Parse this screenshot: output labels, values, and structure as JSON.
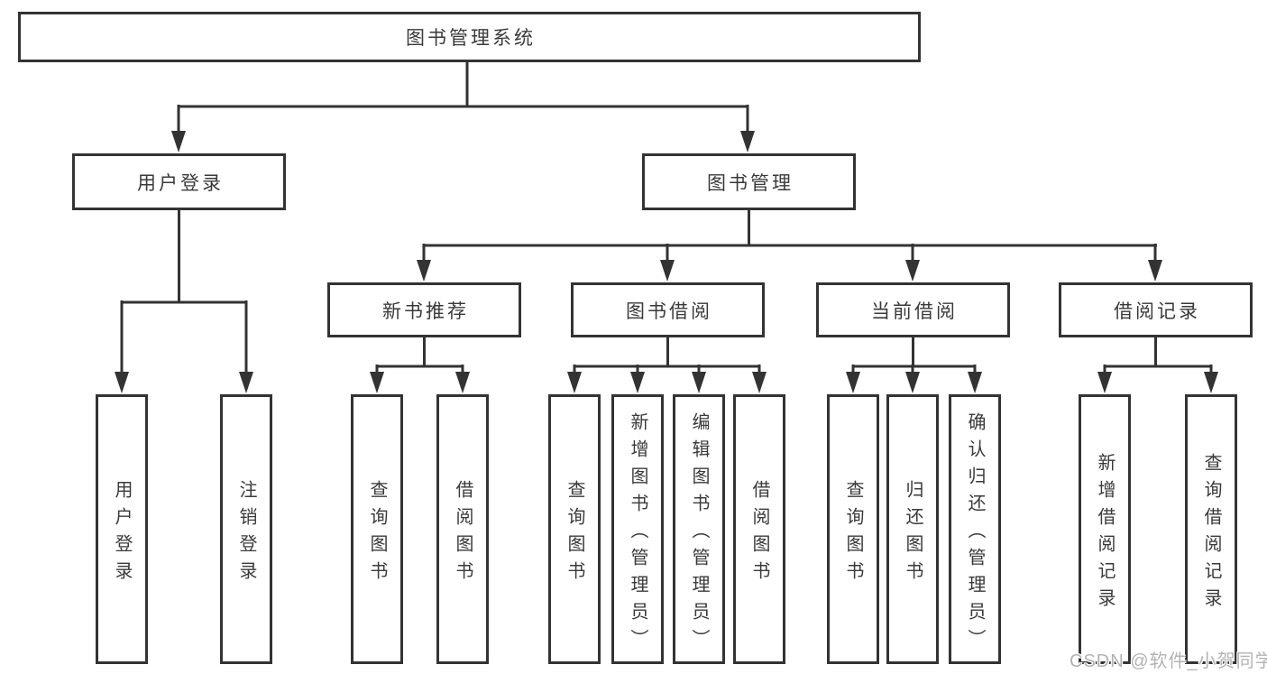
{
  "diagram_title": "图书管理系统",
  "colors": {
    "line": "#333333",
    "box_border": "#333333",
    "text": "#3a3a3a",
    "background": "#ffffff",
    "watermark": "#b3b3b3"
  },
  "nodes": {
    "root": {
      "label": "图书管理系统"
    },
    "level2": [
      {
        "label": "用户登录"
      },
      {
        "label": "图书管理"
      }
    ],
    "level3": [
      {
        "label": "新书推荐",
        "parent": "图书管理"
      },
      {
        "label": "图书借阅",
        "parent": "图书管理"
      },
      {
        "label": "当前借阅",
        "parent": "图书管理"
      },
      {
        "label": "借阅记录",
        "parent": "图书管理"
      }
    ],
    "leaves": [
      {
        "label": "用户登录",
        "parent": "用户登录"
      },
      {
        "label": "注销登录",
        "parent": "用户登录"
      },
      {
        "label": "查询图书",
        "parent": "新书推荐"
      },
      {
        "label": "借阅图书",
        "parent": "新书推荐"
      },
      {
        "label": "查询图书",
        "parent": "图书借阅"
      },
      {
        "label": "新增图书（管理员）",
        "parent": "图书借阅"
      },
      {
        "label": "编辑图书（管理员）",
        "parent": "图书借阅"
      },
      {
        "label": "借阅图书",
        "parent": "图书借阅"
      },
      {
        "label": "查询图书",
        "parent": "当前借阅"
      },
      {
        "label": "归还图书",
        "parent": "当前借阅"
      },
      {
        "label": "确认归还（管理员）",
        "parent": "当前借阅"
      },
      {
        "label": "新增借阅记录",
        "parent": "借阅记录"
      },
      {
        "label": "查询借阅记录",
        "parent": "借阅记录"
      }
    ]
  },
  "watermark": {
    "text": "CSDN @软件_小贺同学"
  }
}
